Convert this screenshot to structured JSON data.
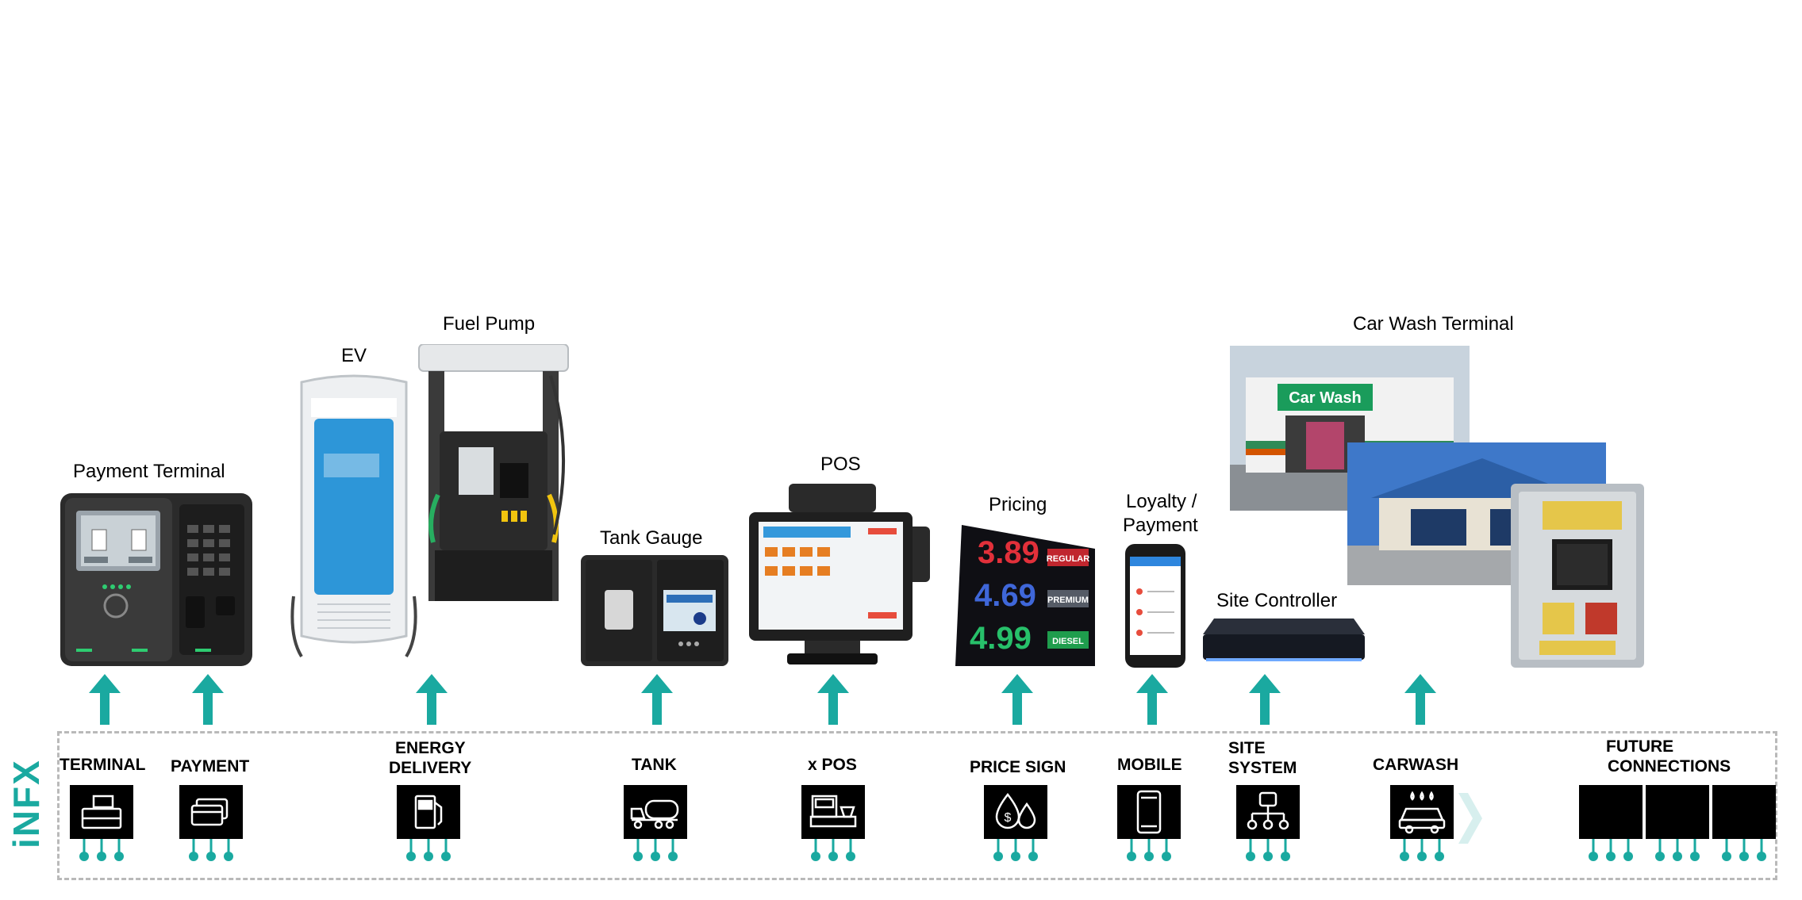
{
  "devices": {
    "payment_terminal": "Payment Terminal",
    "ev": "EV",
    "fuel_pump": "Fuel Pump",
    "tank_gauge": "Tank Gauge",
    "pos": "POS",
    "pricing": "Pricing",
    "loyalty_line1": "Loyalty /",
    "loyalty_line2": "Payment",
    "site_controller": "Site Controller",
    "car_wash_terminal": "Car Wash Terminal"
  },
  "modules": {
    "terminal": "TERMINAL",
    "payment": "PAYMENT",
    "energy_line1": "ENERGY",
    "energy_line2": "DELIVERY",
    "tank": "TANK",
    "xpos": "x POS",
    "price_sign": "PRICE SIGN",
    "mobile": "MOBILE",
    "site_line1": "SITE",
    "site_line2": "SYSTEM",
    "carwash": "CARWASH",
    "future_line1": "FUTURE",
    "future_line2": "CONNECTIONS"
  },
  "price_sign": {
    "price1": "3.89",
    "price2": "4.69",
    "price3": "4.99",
    "grade1": "REGULAR",
    "grade2": "PREMIUM",
    "grade3": "DIESEL"
  },
  "carwash_sign": "Car Wash",
  "brand": "iNFX",
  "colors": {
    "accent": "#1aa9a0",
    "module": "#000000",
    "border": "#b9b9b9"
  }
}
